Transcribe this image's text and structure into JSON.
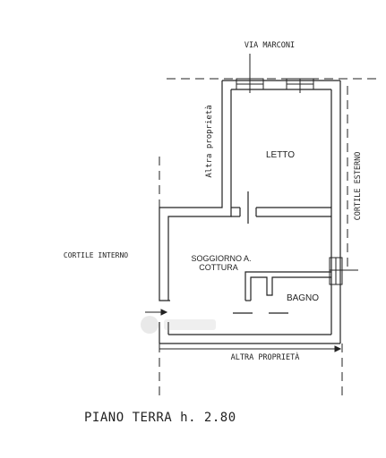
{
  "plan": {
    "street_label": "VIA MARCONI",
    "room_bedroom": "LETTO",
    "room_living_line1": "SOGGIORNO A.",
    "room_living_line2": "COTTURA",
    "room_bath": "BAGNO",
    "left_boundary": "Altra proprietà",
    "bottom_boundary": "ALTRA PROPRIETÀ",
    "courtyard_internal": "CORTILE INTERNO",
    "courtyard_external": "CORTILE ESTERNO",
    "floor_caption": "PIANO TERRA  h. 2.80"
  }
}
